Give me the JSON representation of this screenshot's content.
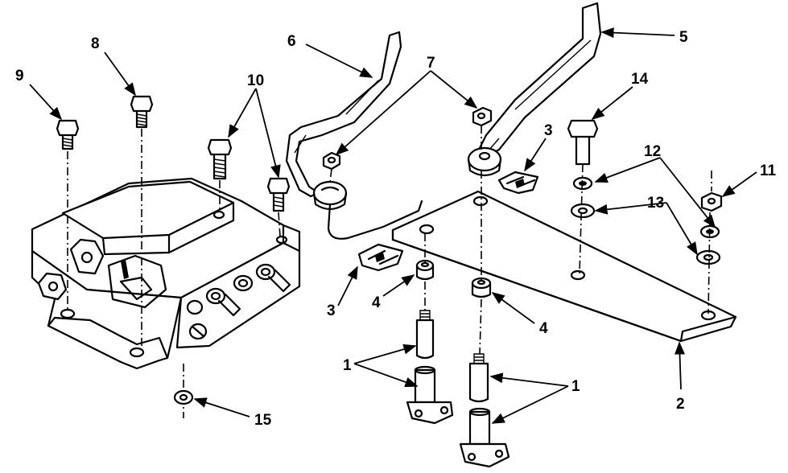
{
  "callouts": {
    "c1a": "1",
    "c1b": "1",
    "c2": "2",
    "c3a": "3",
    "c3b": "3",
    "c4a": "4",
    "c4b": "4",
    "c5": "5",
    "c6": "6",
    "c7": "7",
    "c8": "8",
    "c9": "9",
    "c10": "10",
    "c11": "11",
    "c12": "12",
    "c13": "13",
    "c14": "14",
    "c15": "15"
  },
  "colors": {
    "ink": "#000000",
    "paper": "#ffffff"
  }
}
